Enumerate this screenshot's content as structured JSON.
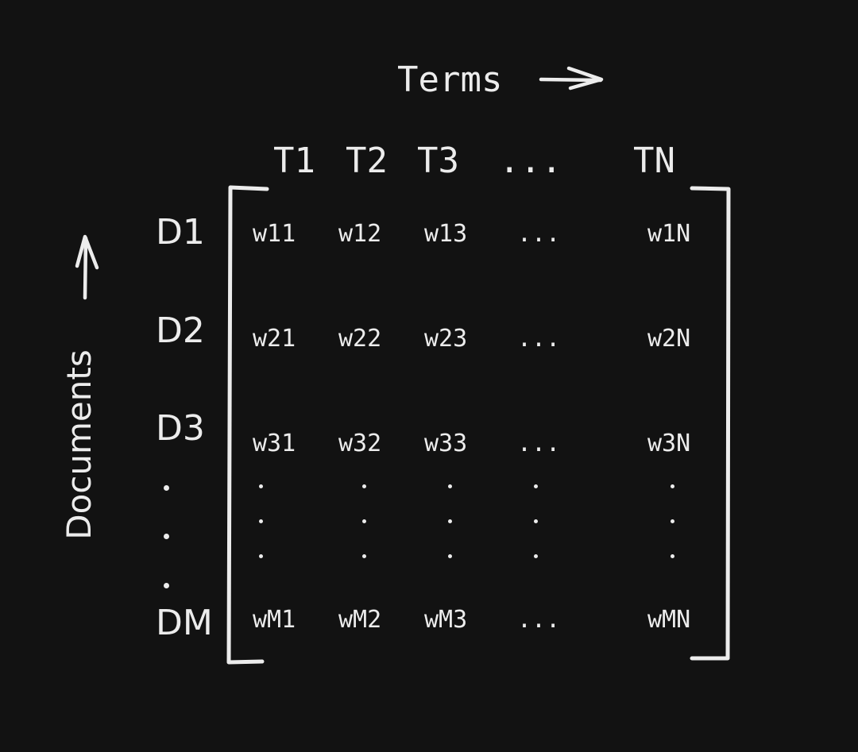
{
  "axes": {
    "terms_label": "Terms",
    "documents_label": "Documents",
    "terms_arrow_icon": "arrow-right-icon",
    "documents_arrow_icon": "arrow-up-icon"
  },
  "matrix": {
    "column_headers": [
      "T1",
      "T2",
      "T3",
      "...",
      "TN"
    ],
    "row_headers": [
      "D1",
      "D2",
      "D3",
      "DM"
    ],
    "row_ellipsis": ".",
    "rows": [
      [
        "w11",
        "w12",
        "w13",
        "...",
        "w1N"
      ],
      [
        "w21",
        "w22",
        "w23",
        "...",
        "w2N"
      ],
      [
        "w31",
        "w32",
        "w33",
        "...",
        "w3N"
      ],
      [
        "wM1",
        "wM2",
        "wM3",
        "...",
        "wMN"
      ]
    ],
    "vertical_ellipsis": ".",
    "bracket_color": "#ececec"
  },
  "colors": {
    "background": "#121212",
    "foreground": "#ececec"
  }
}
